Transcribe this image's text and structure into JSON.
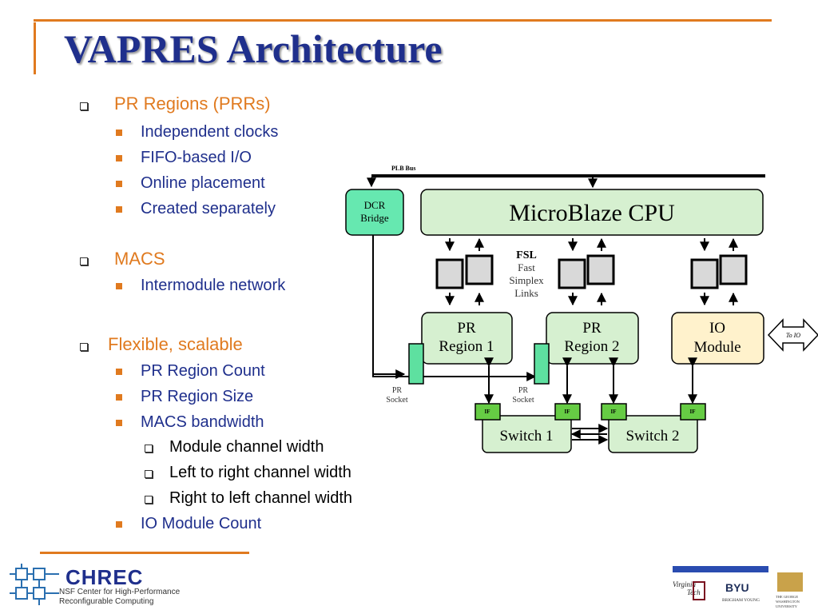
{
  "slide": {
    "title": "VAPRES Architecture"
  },
  "bullets": [
    {
      "level": 1,
      "text": "PR Regions (PRRs)"
    },
    {
      "level": 2,
      "text": "Independent clocks"
    },
    {
      "level": 2,
      "text": "FIFO-based I/O"
    },
    {
      "level": 2,
      "text": "Online placement"
    },
    {
      "level": 2,
      "text": "Created separately"
    },
    {
      "level": 1,
      "text": "MACS"
    },
    {
      "level": 2,
      "text": "Intermodule network"
    },
    {
      "level": 1,
      "text": "Flexible, scalable"
    },
    {
      "level": 2,
      "text": "PR Region Count"
    },
    {
      "level": 2,
      "text": "PR Region Size"
    },
    {
      "level": 2,
      "text": "MACS bandwidth"
    },
    {
      "level": 3,
      "text": "Module channel width"
    },
    {
      "level": 3,
      "text": "Left to right channel width"
    },
    {
      "level": 3,
      "text": "Right to left channel width"
    },
    {
      "level": 2,
      "text": "IO Module Count"
    }
  ],
  "diagram": {
    "plb_bus": "PLB Bus",
    "dcr_bridge_1": "DCR",
    "dcr_bridge_2": "Bridge",
    "cpu": "MicroBlaze CPU",
    "fsl_1": "FSL",
    "fsl_2": "Fast",
    "fsl_3": "Simplex",
    "fsl_4": "Links",
    "pr_region_1a": "PR",
    "pr_region_1b": "Region 1",
    "pr_region_2a": "PR",
    "pr_region_2b": "Region 2",
    "io_module_a": "IO",
    "io_module_b": "Module",
    "to_io": "To IO",
    "pr_socket_1a": "PR",
    "pr_socket_1b": "Socket",
    "pr_socket_2a": "PR",
    "pr_socket_2b": "Socket",
    "if_label": "IF",
    "switch_1": "Switch 1",
    "switch_2": "Switch 2"
  },
  "footer": {
    "chrec": "CHREC",
    "chrec_sub_1": "NSF Center for High-Performance",
    "chrec_sub_2": "Reconfigurable Computing",
    "logo_byu": "BYU",
    "logo_vt_1": "Virginia",
    "logo_vt_2": "Tech",
    "logo_byu_sub": "BRIGHAM YOUNG",
    "logo_gwu_1": "THE GEORGE",
    "logo_gwu_2": "WASHINGTON",
    "logo_gwu_3": "UNIVERSITY"
  },
  "colors": {
    "title": "#1f2f8c",
    "accent": "#e07a1f",
    "box_green": "#d6f0d0",
    "dcr_teal": "#66e8b0",
    "io_yellow": "#fff2cc",
    "if_green": "#66cc44"
  }
}
